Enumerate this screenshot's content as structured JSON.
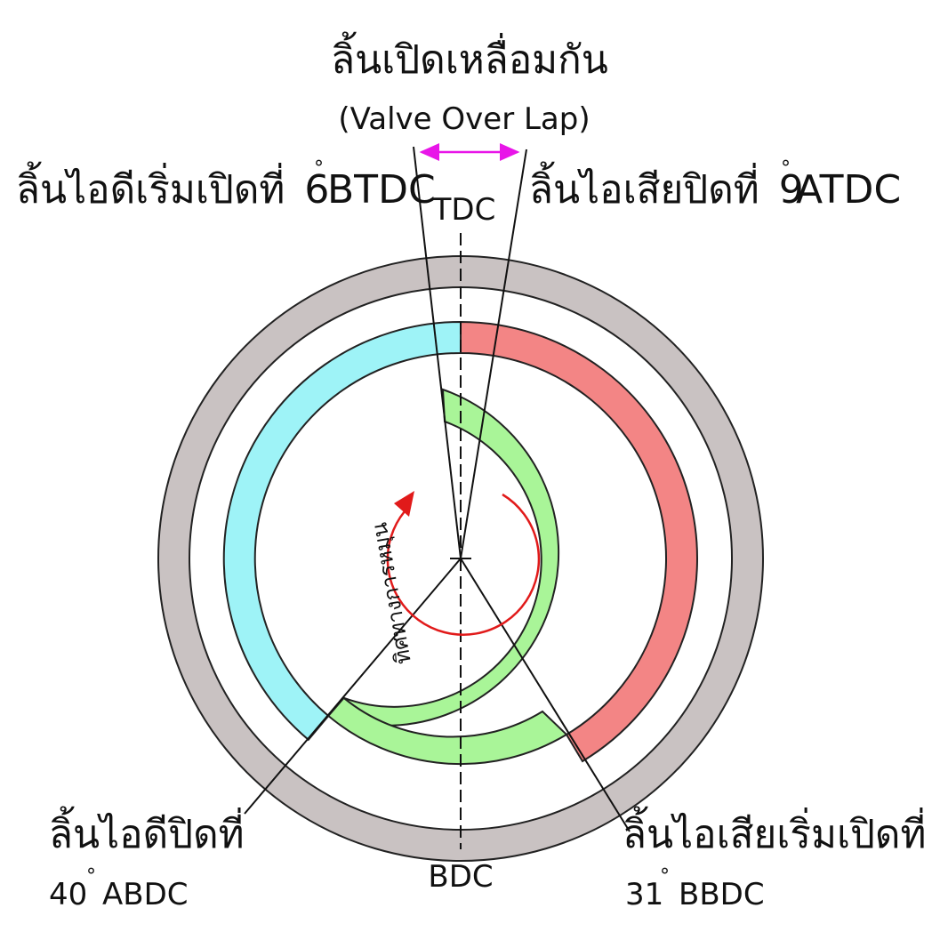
{
  "title": {
    "thai": "ลิ้นเปิดเหลื่อมกัน",
    "english": "(Valve Over Lap)"
  },
  "labels": {
    "tdc": "TDC",
    "bdc": "BDC",
    "rotation": "ทิศทางการหมุน",
    "degree_symbol": "°"
  },
  "events": {
    "intake_open": {
      "text": "ลิ้นไอดีเริ่มเปิดที่",
      "angle": "6",
      "ref": "BTDC"
    },
    "exhaust_close": {
      "text": "ลิ้นไอเสียปิดที่",
      "angle": "9",
      "ref": "ATDC"
    },
    "intake_close": {
      "text": "ลิ้นไอดีปิดที่",
      "angle": "40",
      "ref": "ABDC"
    },
    "exhaust_open": {
      "text": "ลิ้นไอเสียเริ่มเปิดที่",
      "angle": "31",
      "ref": "BBDC"
    }
  },
  "colors": {
    "intake": "#9ef3f7",
    "exhaust": "#f38585",
    "compression": "#a9f598",
    "outer_ring": "#c9c2c2",
    "overlap_arrow": "#e815e8",
    "rotation_arrow": "#e11a1a"
  }
}
